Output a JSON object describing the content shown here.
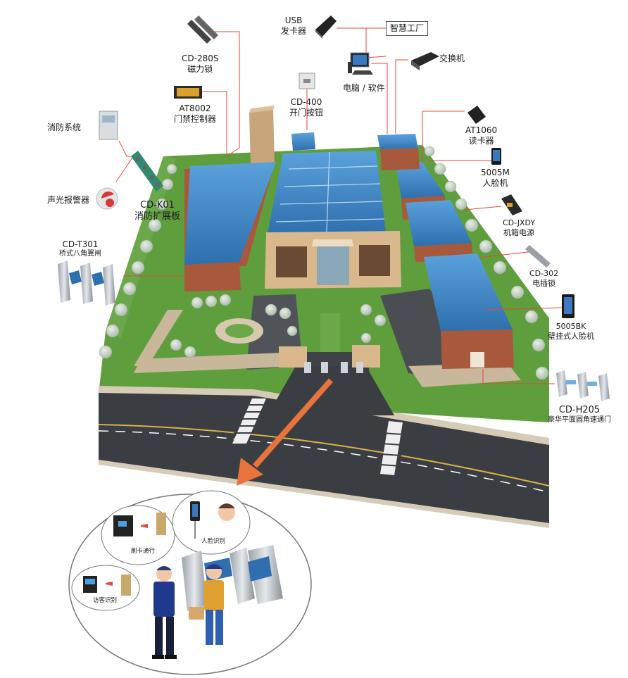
{
  "labels": {
    "usb": [
      "USB",
      "发卡器"
    ],
    "smart": "智慧工厂",
    "cd280s": [
      "CD-280S",
      "磁力锁"
    ],
    "pc": "电脑 / 软件",
    "switch": "交换机",
    "at8002": [
      "AT8002",
      "门禁控制器"
    ],
    "cd400": [
      "CD-400",
      "开门按钮"
    ],
    "fire": "消防系统",
    "at1060": [
      "AT1060",
      "读卡器"
    ],
    "m5005": [
      "5005M",
      "人脸机"
    ],
    "alarm": "声光报警器",
    "cdk01": [
      "CD-K01",
      "消防扩展板"
    ],
    "cdjxdy": [
      "CD-JXDY",
      "机箱电源"
    ],
    "cdt301": [
      "CD-T301",
      "桥式八角翼闸"
    ],
    "cd302": [
      "CD-302",
      "电插锁"
    ],
    "bk5005": [
      "5005BK",
      "壁挂式人脸机"
    ],
    "cdh205": [
      "CD-H205",
      "豪华平面圆角速通门"
    ]
  },
  "detail": {
    "card": "刷卡通行",
    "face": "人脸识别",
    "visitor": "访客识别"
  },
  "colors": {
    "roof": "#3d88c9",
    "brick": "#a8593b",
    "grass": "#5f9e3c",
    "road": "#3a3d42",
    "line": "#e04a3a",
    "arrow": "#e8733b"
  }
}
